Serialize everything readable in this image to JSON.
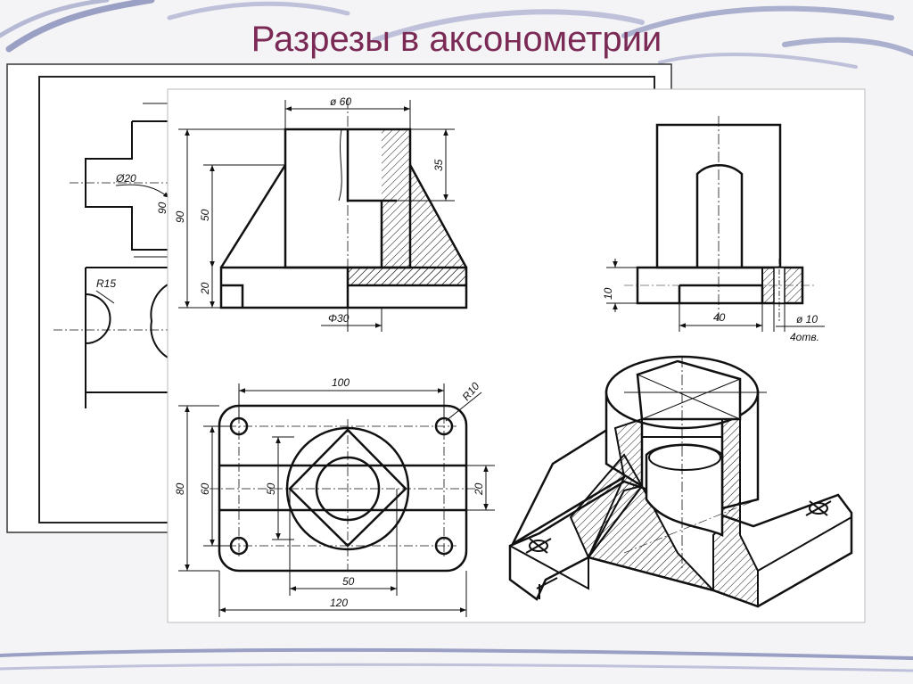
{
  "slide": {
    "title": "Разрезы в аксонометрии"
  },
  "colors": {
    "title": "#7a2a55",
    "swoosh": "#9a9fc4",
    "line": "#111111"
  },
  "back_sheet": {
    "labels": {
      "d20": "Ø20",
      "h90": "90",
      "r15": "R15"
    }
  },
  "front_view": {
    "labels": {
      "d60": "ø 60",
      "h90": "90",
      "h50": "50",
      "h20": "20",
      "h35": "35",
      "d30": "Φ30"
    }
  },
  "side_view": {
    "labels": {
      "h10": "10",
      "w40": "40",
      "d10": "ø 10",
      "holes": "4отв."
    }
  },
  "top_view": {
    "labels": {
      "w100": "100",
      "r10": "R10",
      "h80": "80",
      "h60": "60",
      "h50": "50",
      "h20": "20",
      "w50": "50",
      "w120": "120"
    }
  }
}
